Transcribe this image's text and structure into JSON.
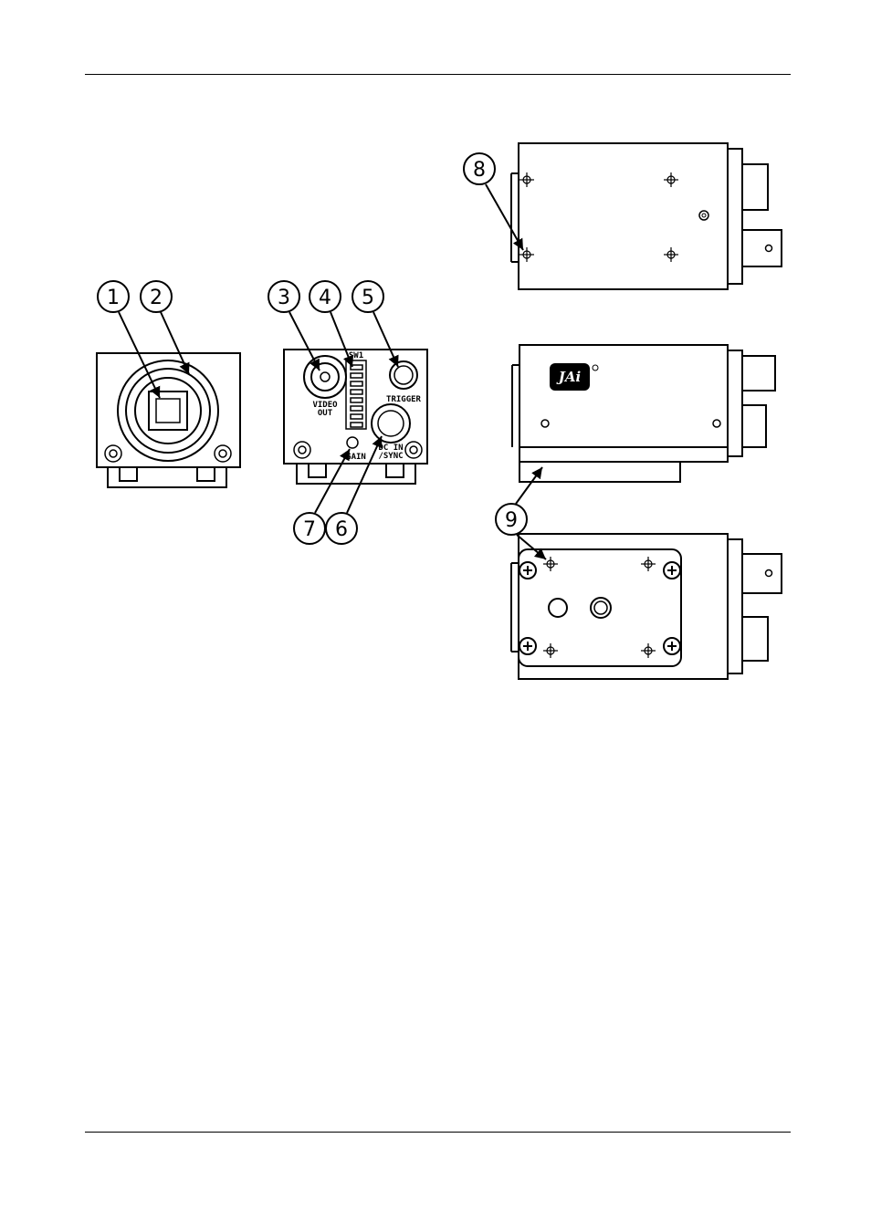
{
  "callouts": [
    "1",
    "2",
    "3",
    "4",
    "5",
    "6",
    "7",
    "8",
    "9"
  ],
  "panel_labels": {
    "sw1": "SW1",
    "video_out_line1": "VIDEO",
    "video_out_line2": "OUT",
    "trigger": "TRIGGER",
    "gain": "GAIN",
    "dc_in_line1": "DC IN",
    "dc_in_line2": "/SYNC"
  },
  "brand_logo": "JAi"
}
